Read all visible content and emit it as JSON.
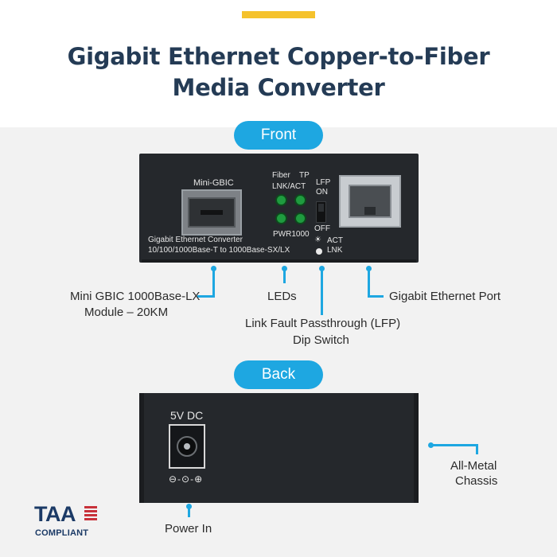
{
  "title_line1": "Gigabit Ethernet Copper-to-Fiber",
  "title_line2": "Media Converter",
  "front_label": "Front",
  "back_label": "Back",
  "front_panel": {
    "mini_gbic": "Mini-GBIC",
    "fiber": "Fiber",
    "tp": "TP",
    "lnk_act": "LNK/ACT",
    "pwr": "PWR1000",
    "lfp": "LFP",
    "on": "ON",
    "off": "OFF",
    "act": "ACT",
    "lnk": "LNK",
    "converter_line1": "Gigabit Ethernet Converter",
    "converter_line2": "10/100/1000Base-T to 1000Base-SX/LX"
  },
  "back_panel": {
    "dc": "5V DC",
    "polarity": "⊖-⊙-⊕"
  },
  "callouts": {
    "mini_gbic_line1": "Mini GBIC 1000Base-LX",
    "mini_gbic_line2": "Module – 20KM",
    "leds": "LEDs",
    "lfp_line1": "Link Fault Passthrough (LFP)",
    "lfp_line2": "Dip Switch",
    "gigabit_port": "Gigabit Ethernet Port",
    "chassis_line1": "All-Metal",
    "chassis_line2": "Chassis",
    "power_in": "Power In"
  },
  "badge": {
    "letters": "TAA",
    "subtitle": "COMPLIANT"
  },
  "colors": {
    "accent": "#1ea7e1",
    "title": "#243b55",
    "device": "#25282c",
    "led": "#1f9b3f",
    "top_bar": "#f5c22c"
  }
}
